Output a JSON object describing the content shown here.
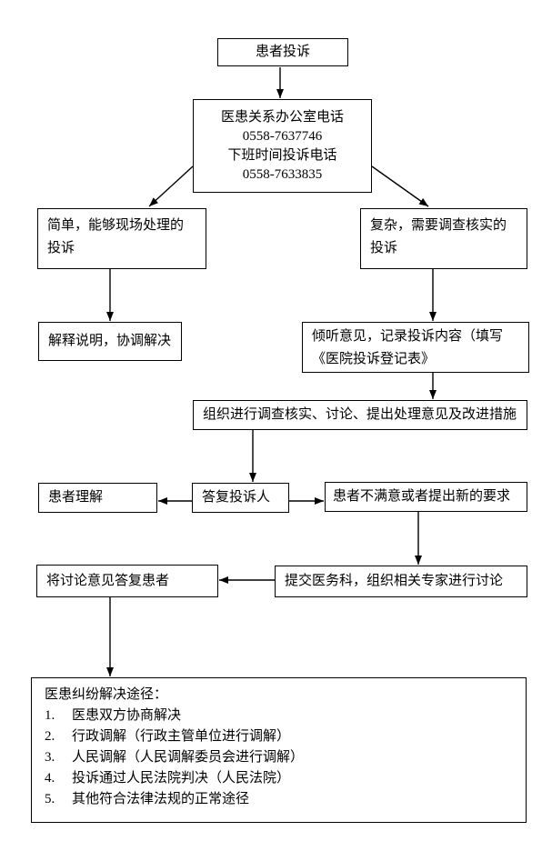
{
  "colors": {
    "line": "#000000",
    "background": "#ffffff",
    "text": "#000000"
  },
  "flowchart": {
    "nodes": {
      "patient_complaint": {
        "label": "患者投诉"
      },
      "office_phone": {
        "lines": [
          "医患关系办公室电话",
          "0558-7637746",
          "下班时间投诉电话",
          "0558-7633835"
        ]
      },
      "simple_complaint": {
        "label": "简单，能够现场处理的投诉"
      },
      "complex_complaint": {
        "label": "复杂，需要调查核实的投诉"
      },
      "explain_resolve": {
        "label": "解释说明，协调解决"
      },
      "listen_record": {
        "label": "倾听意见，记录投诉内容（填写《医院投诉登记表》"
      },
      "organize_investigation": {
        "label": "组织进行调查核实、讨论、提出处理意见及改进措施"
      },
      "patient_understands": {
        "label": "患者理解"
      },
      "reply_complainant": {
        "label": "答复投诉人"
      },
      "patient_unsatisfied": {
        "label": "患者不满意或者提出新的要求"
      },
      "reply_discussion_opinions": {
        "label": "将讨论意见答复患者"
      },
      "submit_medical_dept": {
        "label": "提交医务科，组织相关专家进行讨论"
      },
      "dispute_resolution": {
        "title": "医患纠纷解决途径：",
        "items": [
          {
            "num": "1.",
            "text": "医患双方协商解决"
          },
          {
            "num": "2.",
            "text": "行政调解（行政主管单位进行调解）"
          },
          {
            "num": "3.",
            "text": "人民调解（人民调解委员会进行调解）"
          },
          {
            "num": "4.",
            "text": "投诉通过人民法院判决（人民法院）"
          },
          {
            "num": "5.",
            "text": "其他符合法律法规的正常途径"
          }
        ]
      }
    },
    "edges": [
      {
        "from": "patient_complaint",
        "to": "office_phone"
      },
      {
        "from": "office_phone",
        "to": "simple_complaint"
      },
      {
        "from": "office_phone",
        "to": "complex_complaint"
      },
      {
        "from": "simple_complaint",
        "to": "explain_resolve"
      },
      {
        "from": "complex_complaint",
        "to": "listen_record"
      },
      {
        "from": "listen_record",
        "to": "organize_investigation"
      },
      {
        "from": "organize_investigation",
        "to": "reply_complainant"
      },
      {
        "from": "reply_complainant",
        "to": "patient_understands"
      },
      {
        "from": "reply_complainant",
        "to": "patient_unsatisfied"
      },
      {
        "from": "patient_unsatisfied",
        "to": "submit_medical_dept"
      },
      {
        "from": "submit_medical_dept",
        "to": "reply_discussion_opinions"
      },
      {
        "from": "reply_discussion_opinions",
        "to": "dispute_resolution"
      }
    ]
  }
}
